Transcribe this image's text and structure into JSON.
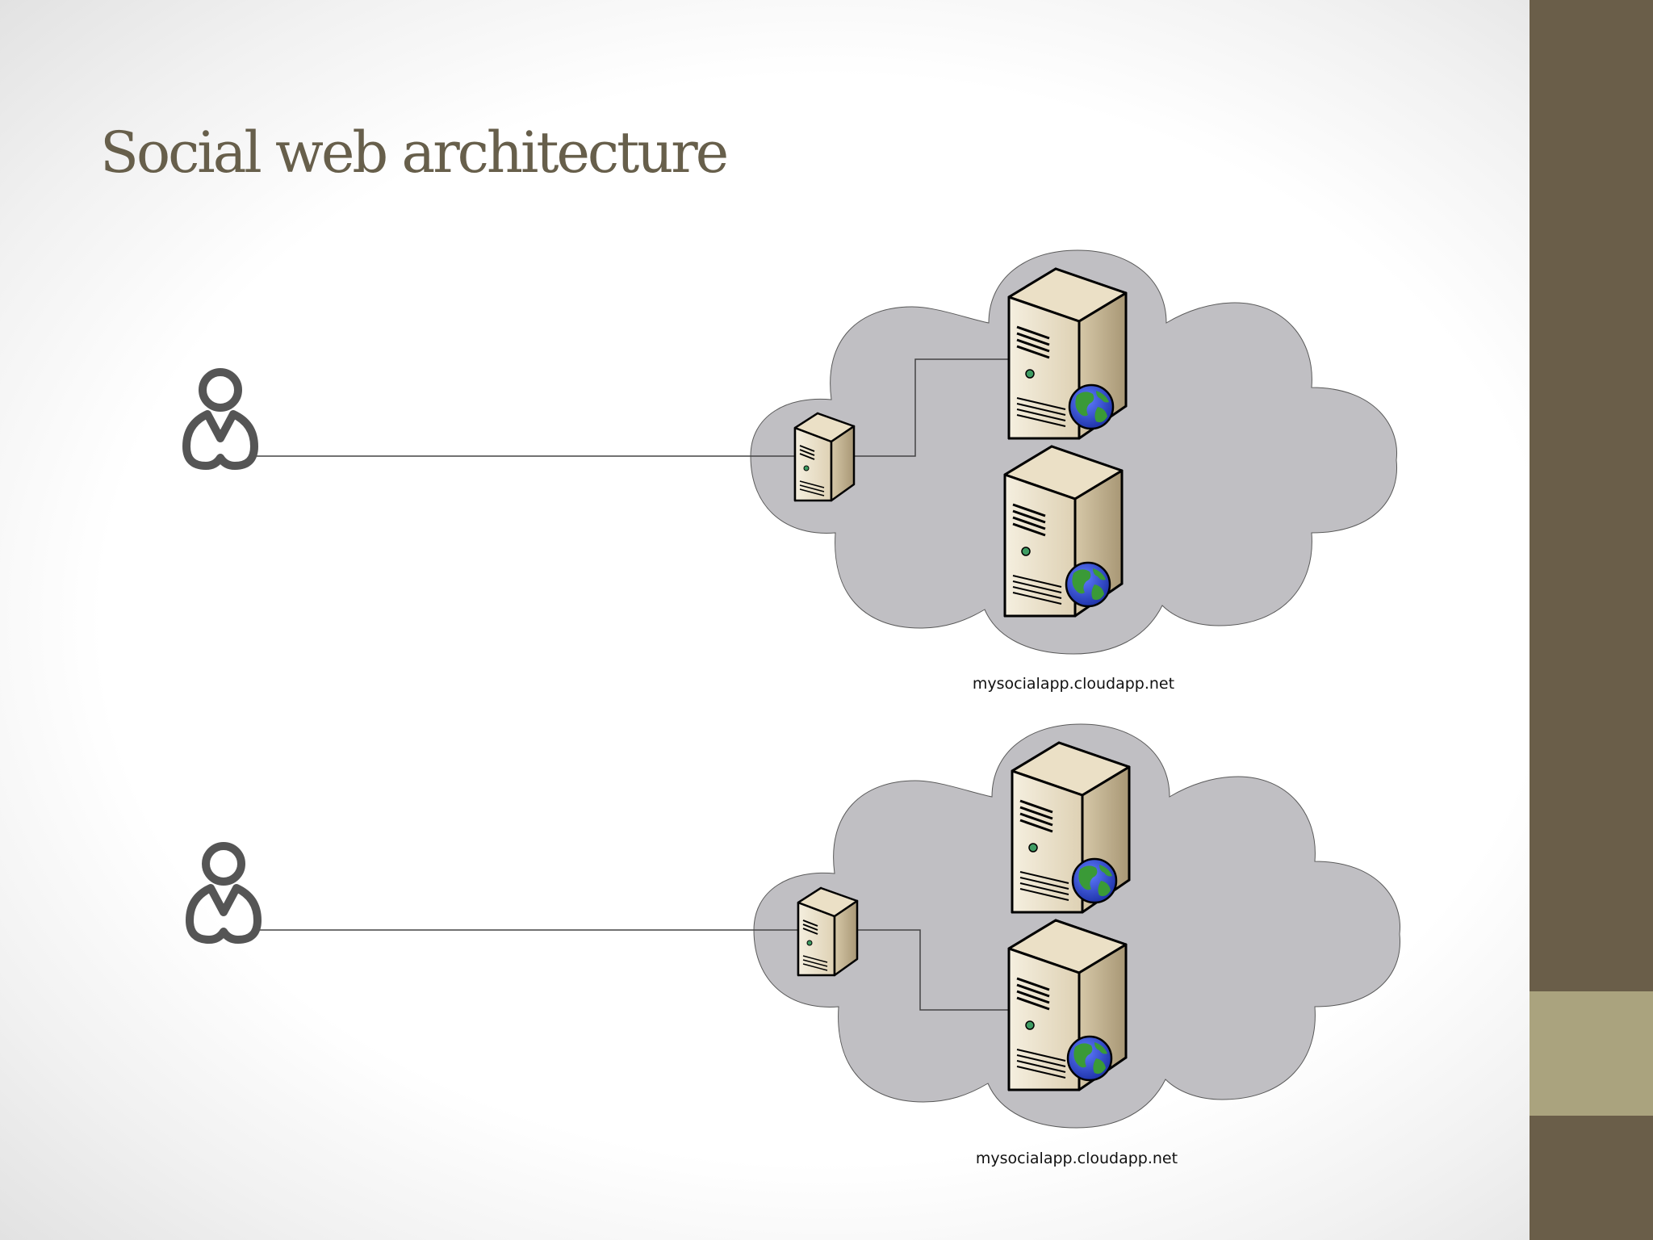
{
  "slide": {
    "title": "Social web architecture"
  },
  "diagram": {
    "clouds": [
      {
        "label": "mysocialapp.cloudapp.net",
        "active_server": "top"
      },
      {
        "label": "mysocialapp.cloudapp.net",
        "active_server": "bottom"
      }
    ]
  },
  "icons": [
    "user-icon",
    "load-balancer-icon",
    "web-server-icon",
    "globe-icon",
    "cloud-icon"
  ],
  "colors": {
    "title": "#675f4b",
    "sidebar": "#6a5e49",
    "sidebar_accent": "#aaa37e",
    "cloud_fill": "#c0bfc3",
    "user_icon": "#555555",
    "server_light": "#f3ecdb",
    "server_dark": "#b8a98a",
    "globe_ocean": "#2b47cf",
    "globe_land": "#3a9a37"
  }
}
